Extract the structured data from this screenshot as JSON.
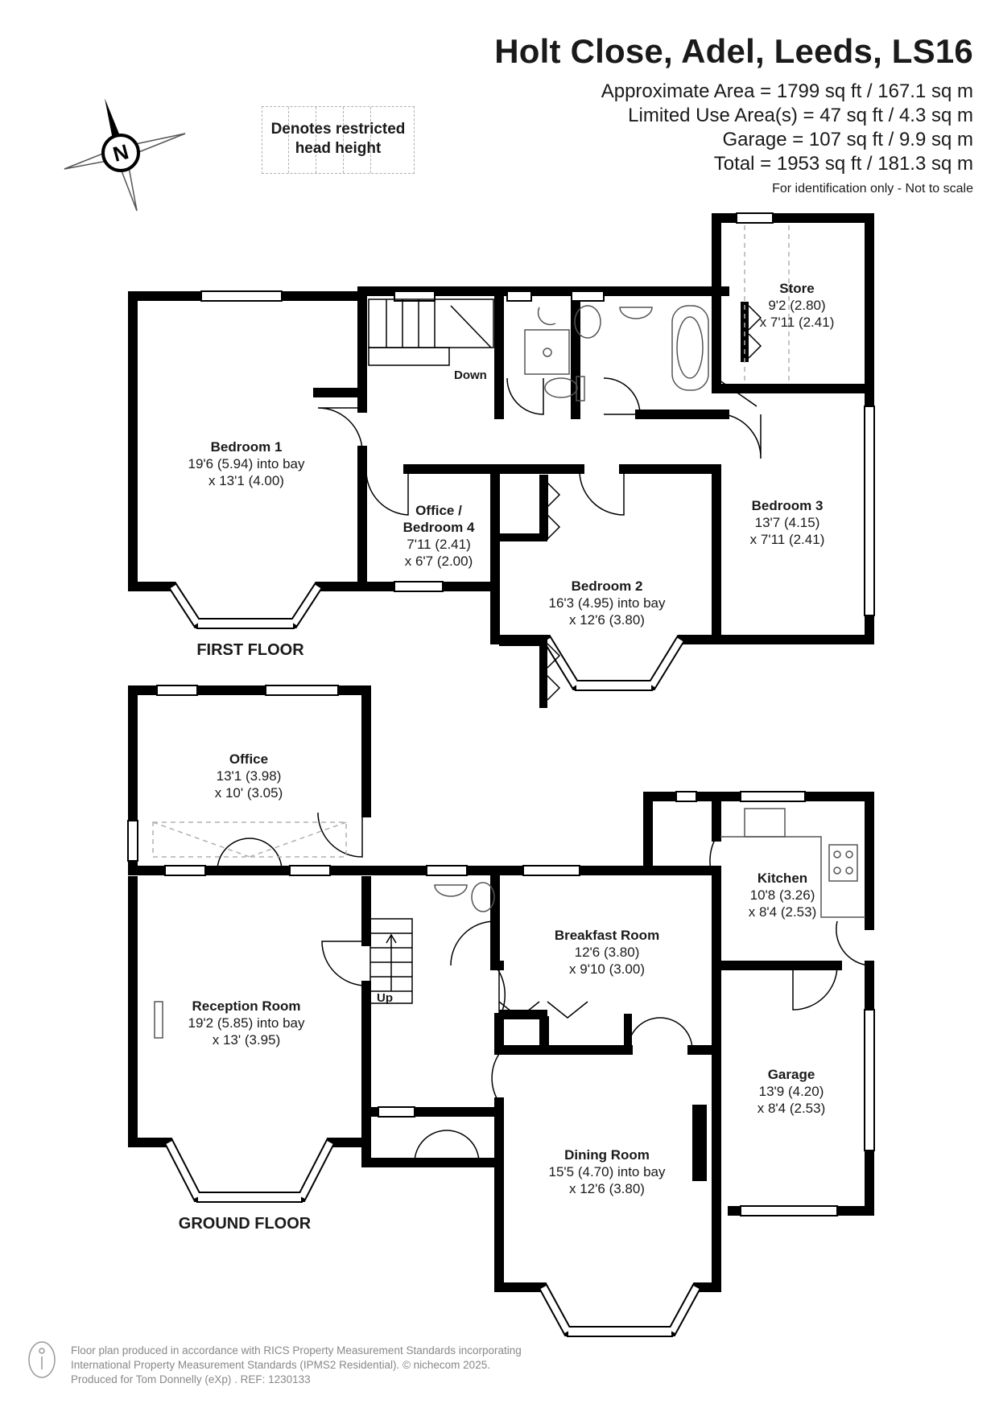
{
  "header": {
    "title": "Holt Close, Adel, Leeds, LS16",
    "approx_area": "Approximate Area = 1799 sq ft / 167.1 sq m",
    "limited_use": "Limited Use Area(s) = 47 sq ft / 4.3 sq m",
    "garage_area": "Garage = 107 sq ft / 9.9 sq m",
    "total": "Total = 1953 sq ft / 181.3 sq m",
    "note": "For identification only - Not to scale"
  },
  "legend": {
    "line1": "Denotes restricted",
    "line2": "head height"
  },
  "compass": {
    "label": "N",
    "icon": "compass-icon"
  },
  "floors": {
    "first": "FIRST FLOOR",
    "ground": "GROUND FLOOR"
  },
  "stairs": {
    "down": "Down",
    "up": "Up"
  },
  "rooms": {
    "bedroom1": {
      "name": "Bedroom 1",
      "d1": "19'6 (5.94) into bay",
      "d2": "x 13'1 (4.00)"
    },
    "office_bed4": {
      "name1": "Office /",
      "name2": "Bedroom 4",
      "d1": "7'11 (2.41)",
      "d2": "x 6'7 (2.00)"
    },
    "bedroom2": {
      "name": "Bedroom 2",
      "d1": "16'3 (4.95) into bay",
      "d2": "x 12'6 (3.80)"
    },
    "bedroom3": {
      "name": "Bedroom 3",
      "d1": "13'7 (4.15)",
      "d2": "x 7'11 (2.41)"
    },
    "store": {
      "name": "Store",
      "d1": "9'2 (2.80)",
      "d2": "x 7'11 (2.41)"
    },
    "office": {
      "name": "Office",
      "d1": "13'1 (3.98)",
      "d2": "x 10' (3.05)"
    },
    "reception": {
      "name": "Reception Room",
      "d1": "19'2 (5.85) into bay",
      "d2": "x 13' (3.95)"
    },
    "breakfast": {
      "name": "Breakfast Room",
      "d1": "12'6 (3.80)",
      "d2": "x 9'10 (3.00)"
    },
    "kitchen": {
      "name": "Kitchen",
      "d1": "10'8 (3.26)",
      "d2": "x 8'4 (2.53)"
    },
    "garage": {
      "name": "Garage",
      "d1": "13'9 (4.20)",
      "d2": "x 8'4 (2.53)"
    },
    "dining": {
      "name": "Dining Room",
      "d1": "15'5 (4.70) into bay",
      "d2": "x 12'6 (3.80)"
    }
  },
  "footer": {
    "line1": "Floor plan produced in accordance with RICS Property Measurement Standards incorporating",
    "line2": "International Property Measurement Standards (IPMS2 Residential).   © nichecom 2025.",
    "line3": "Produced for Tom Donnelly (eXp) .   REF: 1230133"
  },
  "colors": {
    "wall": "#000000",
    "window": "#ffffff",
    "fixture": "#555555",
    "restricted": "#b0b0b0"
  }
}
